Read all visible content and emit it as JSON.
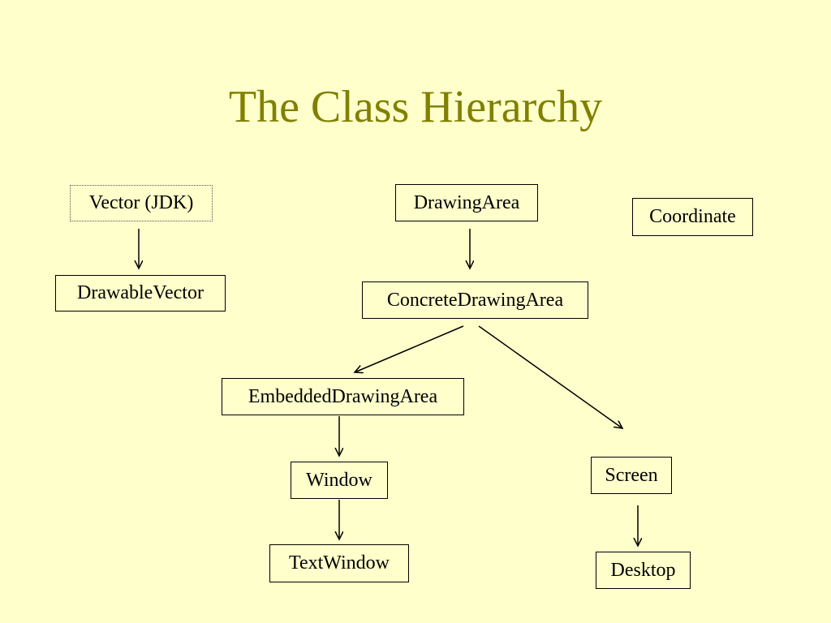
{
  "title": "The Class Hierarchy",
  "nodes": {
    "vector_jdk": "Vector (JDK)",
    "drawable_vector": "DrawableVector",
    "drawing_area": "DrawingArea",
    "concrete_drawing_area": "ConcreteDrawingArea",
    "coordinate": "Coordinate",
    "embedded_drawing_area": "EmbeddedDrawingArea",
    "window": "Window",
    "text_window": "TextWindow",
    "screen": "Screen",
    "desktop": "Desktop"
  },
  "colors": {
    "background": "#FFFFCC",
    "title": "#808000",
    "line": "#000000"
  }
}
